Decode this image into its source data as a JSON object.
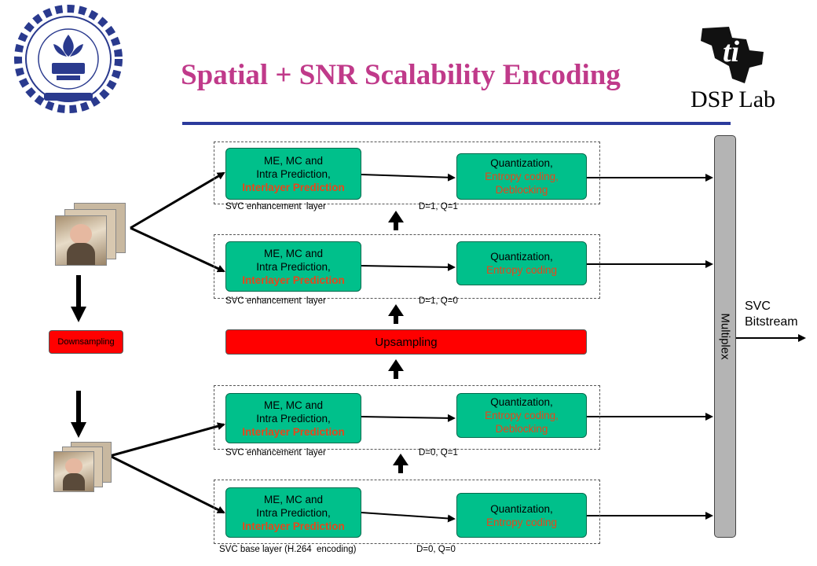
{
  "title": "Spatial + SNR Scalability Encoding",
  "logos": {
    "iit_emblem": "iit-bombay-emblem-icon",
    "ti_logo": "texas-instruments-logo-icon",
    "dsp_lab": "DSP Lab"
  },
  "layers": [
    {
      "prediction": {
        "line1": "ME, MC and",
        "line2": "Intra Prediction,",
        "line3": "Interlayer Prediction"
      },
      "quantization": {
        "line1": "Quantization,",
        "line2": "Entropy coding,",
        "line3": "Deblocking"
      },
      "caption": "SVC enhancement  layer",
      "params": "D=1, Q=1"
    },
    {
      "prediction": {
        "line1": "ME, MC and",
        "line2": "Intra Prediction,",
        "line3": "Interlayer Prediction"
      },
      "quantization": {
        "line1": "Quantization,",
        "line2": "Entropy coding"
      },
      "caption": "SVC enhancement  layer",
      "params": "D=1, Q=0"
    },
    {
      "prediction": {
        "line1": "ME, MC and",
        "line2": "Intra Prediction,",
        "line3": "Interlayer Prediction"
      },
      "quantization": {
        "line1": "Quantization,",
        "line2": "Entropy coding,",
        "line3": "Deblocking"
      },
      "caption": "SVC enhancement  layer",
      "params": "D=0, Q=1"
    },
    {
      "prediction": {
        "line1": "ME, MC and",
        "line2": "Intra Prediction,",
        "line3": "Interlayer Prediction"
      },
      "quantization": {
        "line1": "Quantization,",
        "line2": "Entropy coding"
      },
      "caption": "SVC base layer (H.264  encoding)",
      "params": "D=0, Q=0"
    }
  ],
  "upsampling": "Upsampling",
  "downsampling": "Downsampling",
  "multiplex": "Multiplex",
  "output": {
    "line1": "SVC",
    "line2": "Bitstream"
  },
  "colors": {
    "title": "#c03a8a",
    "rule": "#2b3b9c",
    "block_green": "#00c08b",
    "highlight_orange": "#e8461a",
    "sampling_red": "#ff0000",
    "multiplex_gray": "#b4b4b4"
  }
}
